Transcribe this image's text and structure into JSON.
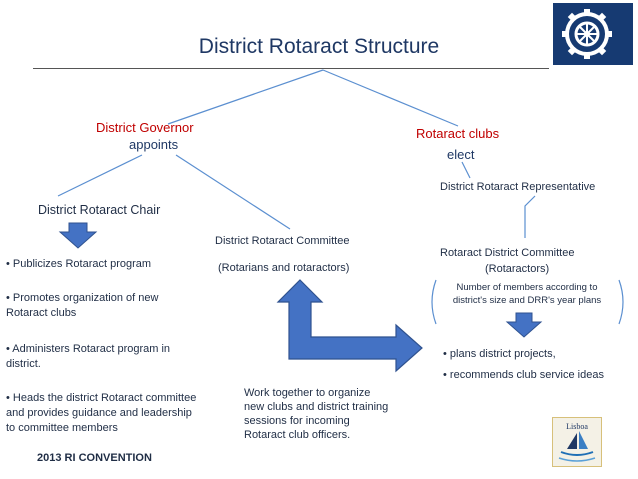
{
  "title": "District Rotaract Structure",
  "left": {
    "governor": "District Governor",
    "appoints": "appoints",
    "chair": "District Rotaract Chair",
    "bullets": [
      "• Publicizes Rotaract program",
      "• Promotes organization of new",
      "Rotaract clubs",
      "• Administers Rotaract program in",
      "district.",
      "• Heads the district Rotaract committee",
      "and provides guidance and leadership",
      "to committee members"
    ]
  },
  "middle": {
    "committee": "District Rotaract Committee",
    "members": "(Rotarians  and rotaractors)",
    "work_together": "Work together to organize new clubs and district training sessions for incoming Rotaract club officers."
  },
  "right": {
    "clubs": "Rotaract clubs",
    "elect": "elect",
    "representative": "District Rotaract Representative",
    "committee": "Rotaract District Committee",
    "members": "(Rotaractors)",
    "note": "Number of members according to district's size and DRR's year plans",
    "bullets": [
      "• plans district projects,",
      "• recommends club service ideas"
    ]
  },
  "footer": "2013 RI CONVENTION",
  "logo_text": "Lisboa",
  "colors": {
    "title": "#1f3864",
    "red": "#c00000",
    "arrow_fill": "#4472c4",
    "arrow_stroke": "#2f528f",
    "connector": "#5b8fd0"
  }
}
